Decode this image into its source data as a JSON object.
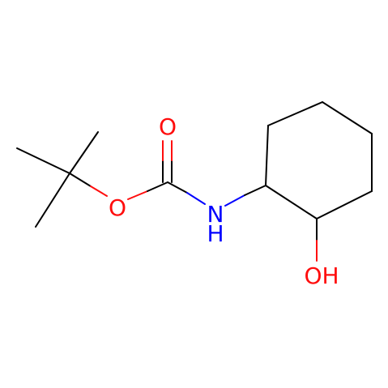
{
  "molecule": {
    "atoms": {
      "ring_oxygen": {
        "label": "O",
        "color": "#ff0d0d"
      },
      "carbonyl_oxygen": {
        "label": "O",
        "color": "#ff0d0d"
      },
      "nitrogen": {
        "label": "N",
        "hydrogen": "H",
        "color": "#0000ff"
      },
      "hydroxyl": {
        "label": "OH",
        "color": "#ff0d0d"
      }
    },
    "bond_color": "#000000"
  }
}
